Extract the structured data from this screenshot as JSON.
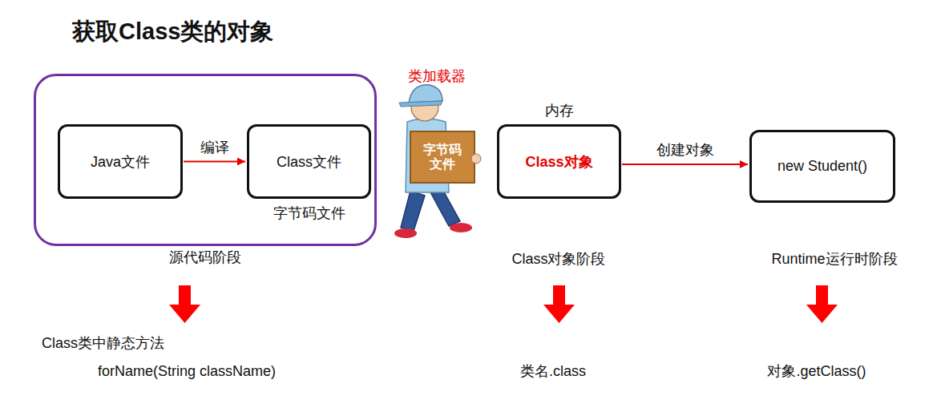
{
  "diagram": {
    "title": "获取Class类的对象",
    "nodes": [
      {
        "text": [
          "源代码阶段"
        ]
      },
      {
        "text": [
          "Java文件"
        ],
        "in": 0
      },
      {
        "text": [
          "Class文件",
          "字节码文件"
        ],
        "in": 0
      },
      {
        "text": [
          "内存",
          "Class对象"
        ]
      },
      {
        "text": [
          "new Student()"
        ]
      }
    ],
    "edges": [
      {
        "from": 1,
        "to": 2,
        "arrow": "to",
        "label": "编译"
      },
      {
        "from": 3,
        "to": 4,
        "arrow": "to",
        "label": "创建对象"
      }
    ],
    "labels": [
      "类加载器",
      "字节码文件",
      "Class对象阶段",
      "Runtime运行时阶段",
      "Class类中静态方法",
      "forName(String className)",
      "类名.class",
      "对象.getClass()"
    ]
  }
}
